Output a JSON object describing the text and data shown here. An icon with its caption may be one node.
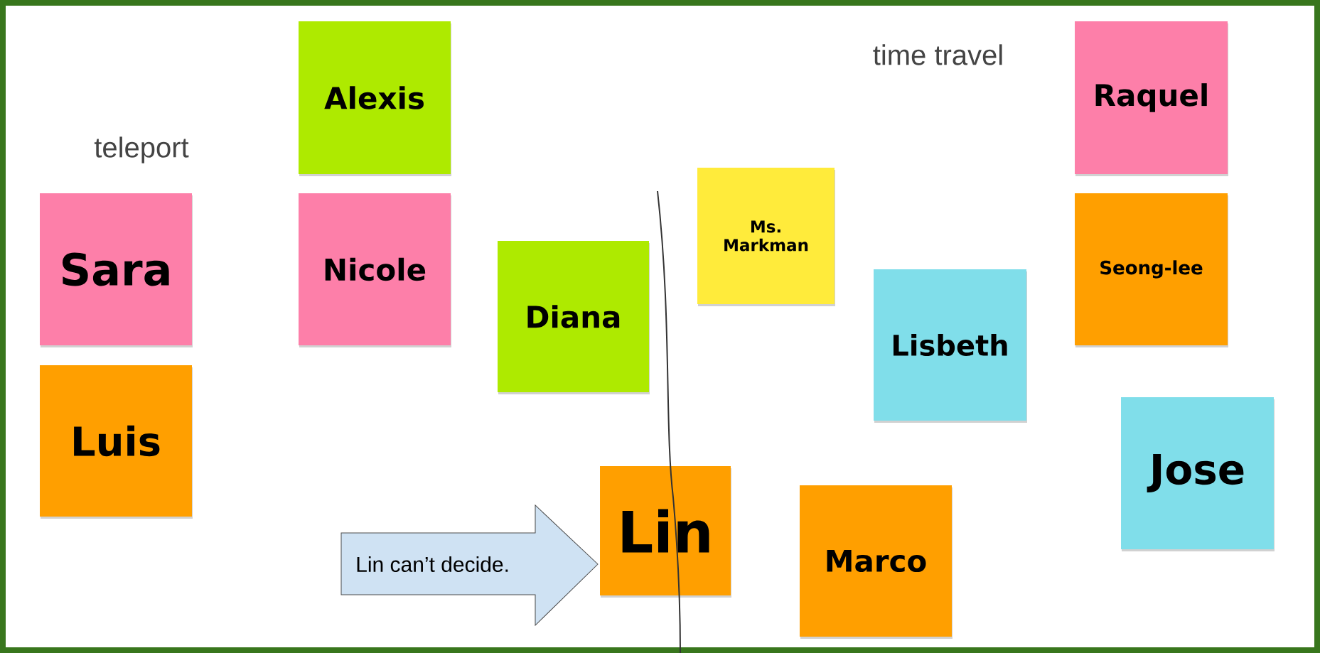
{
  "diagram": {
    "nodes": [
      {
        "text": [
          "Alexis"
        ]
      },
      {
        "text": [
          "Raquel"
        ]
      },
      {
        "text": [
          "Sara"
        ]
      },
      {
        "text": [
          "Nicole"
        ]
      },
      {
        "text": [
          "Ms. Markman"
        ]
      },
      {
        "text": [
          "Seong-lee"
        ]
      },
      {
        "text": [
          "Diana"
        ]
      },
      {
        "text": [
          "Lisbeth"
        ]
      },
      {
        "text": [
          "Luis"
        ]
      },
      {
        "text": [
          "Jose"
        ]
      },
      {
        "text": [
          "Lin"
        ]
      },
      {
        "text": [
          "Marco"
        ]
      },
      {
        "text": [
          "Lin can’t decide."
        ]
      }
    ],
    "labels": [
      "teleport",
      "time travel"
    ]
  }
}
